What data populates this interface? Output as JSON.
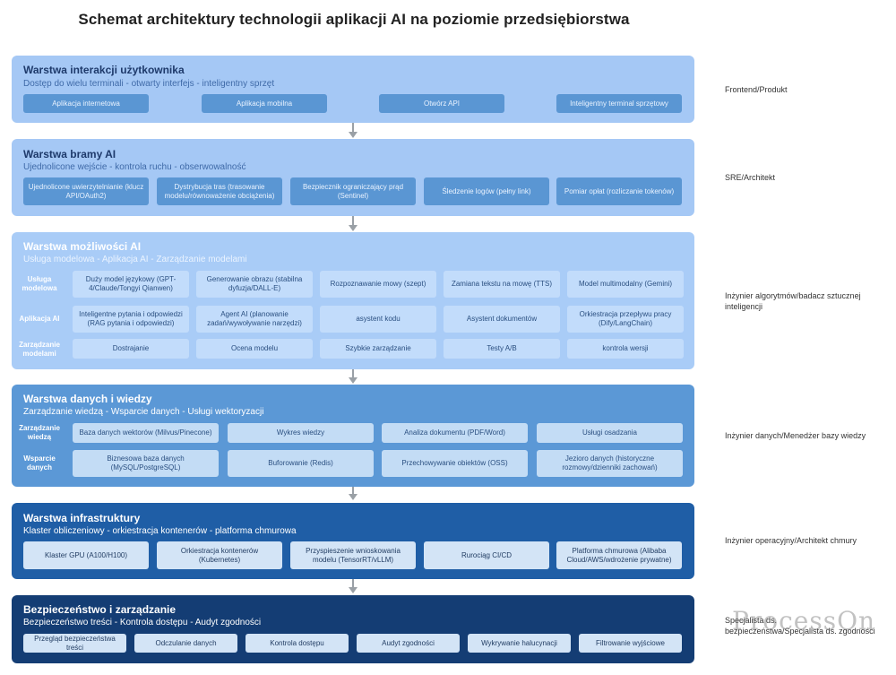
{
  "title": "Schemat architektury technologii aplikacji AI na poziomie przedsiębiorstwa",
  "watermark": "ProcessOn",
  "layers": [
    {
      "title": "Warstwa interakcji użytkownika",
      "subtitle": "Dostęp do wielu terminali - otwarty interfejs - inteligentny sprzęt",
      "role": "Frontend/Produkt",
      "items": [
        "Aplikacja internetowa",
        "Aplikacja mobilna",
        "Otwórz API",
        "Inteligentny terminal sprzętowy"
      ]
    },
    {
      "title": "Warstwa bramy AI",
      "subtitle": "Ujednolicone wejście - kontrola ruchu - obserwowalność",
      "role": "SRE/Architekt",
      "items": [
        "Ujednolicone uwierzytelnianie (klucz API/OAuth2)",
        "Dystrybucja tras (trasowanie modelu/równoważenie obciążenia)",
        "Bezpiecznik ograniczający prąd (Sentinel)",
        "Śledzenie logów (pełny link)",
        "Pomiar opłat (rozliczanie tokenów)"
      ]
    },
    {
      "title": "Warstwa możliwości AI",
      "subtitle": "Usługa modelowa - Aplikacja AI - Zarządzanie modelami",
      "role": "Inżynier algorytmów/badacz sztucznej inteligencji",
      "rows": [
        {
          "label": "Usługa modelowa",
          "items": [
            "Duży model językowy (GPT-4/Claude/Tongyi Qianwen)",
            "Generowanie obrazu (stabilna dyfuzja/DALL-E)",
            "Rozpoznawanie mowy (szept)",
            "Zamiana tekstu na mowę (TTS)",
            "Model multimodalny (Gemini)"
          ]
        },
        {
          "label": "Aplikacja AI",
          "items": [
            "Inteligentne pytania i odpowiedzi (RAG pytania i odpowiedzi)",
            "Agent AI (planowanie zadań/wywoływanie narzędzi)",
            "asystent kodu",
            "Asystent dokumentów",
            "Orkiestracja przepływu pracy (Dify/LangChain)"
          ]
        },
        {
          "label": "Zarządzanie modelami",
          "items": [
            "Dostrajanie",
            "Ocena modelu",
            "Szybkie zarządzanie",
            "Testy A/B",
            "kontrola wersji"
          ]
        }
      ]
    },
    {
      "title": "Warstwa danych i wiedzy",
      "subtitle": "Zarządzanie wiedzą - Wsparcie danych - Usługi wektoryzacji",
      "role": "Inżynier danych/Menedżer bazy wiedzy",
      "rows": [
        {
          "label": "Zarządzanie wiedzą",
          "items": [
            "Baza danych wektorów (Milvus/Pinecone)",
            "Wykres wiedzy",
            "Analiza dokumentu (PDF/Word)",
            "Usługi osadzania"
          ]
        },
        {
          "label": "Wsparcie danych",
          "items": [
            "Biznesowa baza danych (MySQL/PostgreSQL)",
            "Buforowanie (Redis)",
            "Przechowywanie obiektów (OSS)",
            "Jezioro danych (historyczne rozmowy/dzienniki zachowań)"
          ]
        }
      ]
    },
    {
      "title": "Warstwa infrastruktury",
      "subtitle": "Klaster obliczeniowy - orkiestracja kontenerów - platforma chmurowa",
      "role": "Inżynier operacyjny/Architekt chmury",
      "items": [
        "Klaster GPU (A100/H100)",
        "Orkiestracja kontenerów (Kubernetes)",
        "Przyspieszenie wnioskowania modelu (TensorRT/vLLM)",
        "Rurociąg CI/CD",
        "Platforma chmurowa (Alibaba Cloud/AWS/wdrożenie prywatne)"
      ]
    },
    {
      "title": "Bezpieczeństwo i zarządzanie",
      "subtitle": "Bezpieczeństwo treści - Kontrola dostępu - Audyt zgodności",
      "role": "Specjalista ds. bezpieczeństwa/Specjalista ds. zgodności",
      "items": [
        "Przegląd bezpieczeństwa treści",
        "Odczulanie danych",
        "Kontrola dostępu",
        "Audyt zgodności",
        "Wykrywanie halucynacji",
        "Filtrowanie wyjściowe"
      ]
    }
  ]
}
